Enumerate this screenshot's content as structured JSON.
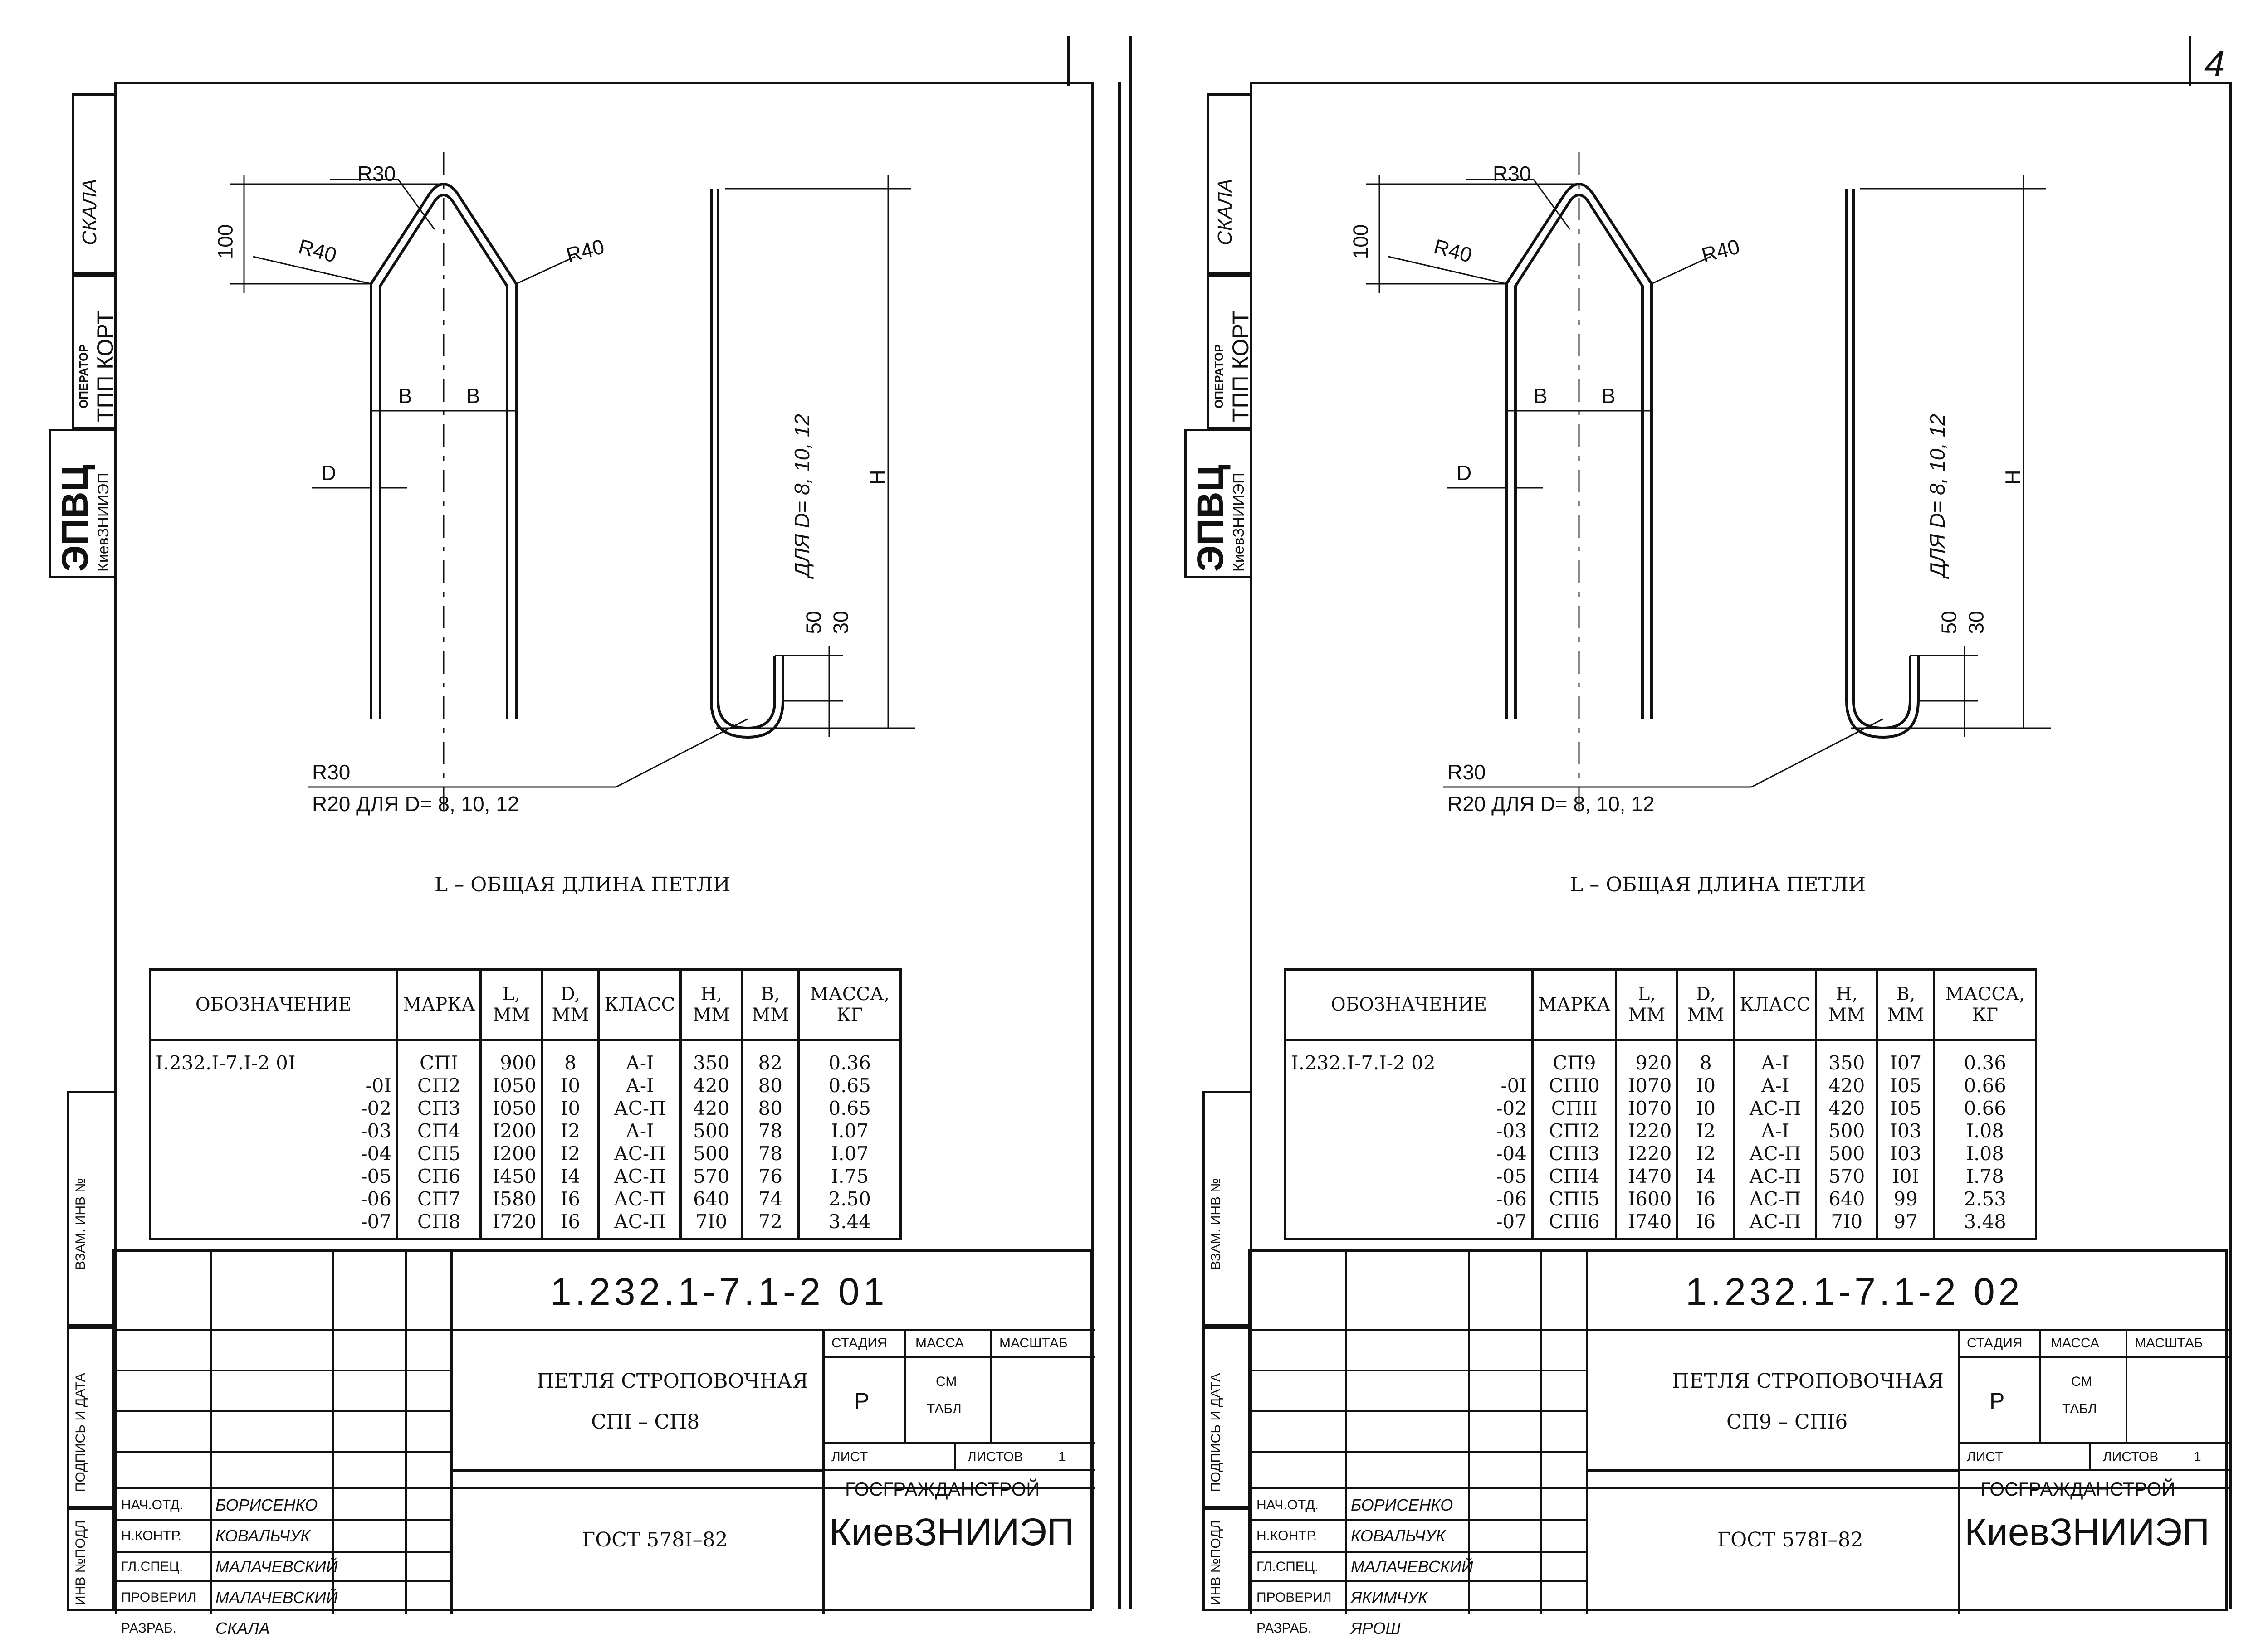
{
  "page_number": "4",
  "sheets": [
    {
      "id": "left",
      "sidebar": {
        "scale": "СКАЛА",
        "operator": "ОПЕРАТОР",
        "operator_value": "ТПП КОРТ",
        "org1": "ЭПВЦ",
        "org2": "КиевЗНИИЭП",
        "inv_dup": "ВЗАМ. ИНВ №",
        "sign_date": "ПОДПИСЬ И ДАТА",
        "inv_orig": "ИНВ №ПОДЛ"
      },
      "drawing": {
        "r30_top": "R30",
        "dim_100": "100",
        "r40_left": "R40",
        "r40_right": "R40",
        "b_left": "B",
        "b_right": "B",
        "d": "D",
        "h_note": "ДЛЯ  D= 8, 10, 12",
        "h": "H",
        "dim_50": "50",
        "dim_30": "30",
        "r30_bottom": "R30",
        "r20_note": "R20  ДЛЯ  D= 8, 10, 12"
      },
      "note": "L – ОБЩАЯ ДЛИНА ПЕТЛИ",
      "table": {
        "headers": [
          "ОБОЗНАЧЕНИЕ",
          "МАРКА",
          "L, ММ",
          "D, ММ",
          "КЛАСС",
          "Н, ММ",
          "В, ММ",
          "МАССА, КГ"
        ],
        "designation_first": "I.232.I-7.I-2 0I",
        "designations": [
          "-0I",
          "-02",
          "-03",
          "-04",
          "-05",
          "-06",
          "-07"
        ],
        "marks": [
          "СПI",
          "СП2",
          "СП3",
          "СП4",
          "СП5",
          "СП6",
          "СП7",
          "СП8"
        ],
        "L": [
          "900",
          "I050",
          "I050",
          "I200",
          "I200",
          "I450",
          "I580",
          "I720"
        ],
        "D": [
          "8",
          "I0",
          "I0",
          "I2",
          "I2",
          "I4",
          "I6",
          "I6"
        ],
        "cls": [
          "А-I",
          "А-I",
          "АС-П",
          "А-I",
          "АС-П",
          "АС-П",
          "АС-П",
          "АС-П"
        ],
        "H": [
          "350",
          "420",
          "420",
          "500",
          "500",
          "570",
          "640",
          "7I0"
        ],
        "B": [
          "82",
          "80",
          "80",
          "78",
          "78",
          "76",
          "74",
          "72"
        ],
        "mass": [
          "0.36",
          "0.65",
          "0.65",
          "I.07",
          "I.07",
          "I.75",
          "2.50",
          "3.44"
        ]
      },
      "title_block": {
        "code": "1.232.1-7.1-2  01",
        "name1": "ПЕТЛЯ СТРОПОВОЧНАЯ",
        "name2": "СПI  –  СП8",
        "stage_h": "СТАДИЯ",
        "mass_h": "МАССА",
        "scale_h": "МАСШТАБ",
        "stage": "Р",
        "mass1": "СМ",
        "mass2": "ТАБЛ",
        "sheet_h": "ЛИСТ",
        "sheets_h": "ЛИСТОВ",
        "sheets": "1",
        "gost": "ГОСТ  578I–82",
        "org1": "ГОСГРАЖДАНСТРОЙ",
        "org2": "КиевЗНИИЭП",
        "roles": [
          "НАЧ.ОТД.",
          "Н.КОНТР.",
          "ГЛ.СПЕЦ.",
          "ПРОВЕРИЛ",
          "РАЗРАБ."
        ],
        "names": [
          "БОРИСЕНКО",
          "КОВАЛЬЧУК",
          "МАЛАЧЕВСКИЙ",
          "МАЛАЧЕВСКИЙ",
          "СКАЛА"
        ]
      }
    },
    {
      "id": "right",
      "sidebar": {
        "scale": "СКАЛА",
        "operator": "ОПЕРАТОР",
        "operator_value": "ТПП КОРТ",
        "org1": "ЭПВЦ",
        "org2": "КиевЗНИИЭП",
        "inv_dup": "ВЗАМ. ИНВ №",
        "sign_date": "ПОДПИСЬ И ДАТА",
        "inv_orig": "ИНВ №ПОДЛ"
      },
      "drawing": {
        "r30_top": "R30",
        "dim_100": "100",
        "r40_left": "R40",
        "r40_right": "R40",
        "b_left": "B",
        "b_right": "B",
        "d": "D",
        "h_note": "ДЛЯ  D= 8, 10, 12",
        "h": "H",
        "dim_50": "50",
        "dim_30": "30",
        "r30_bottom": "R30",
        "r20_note": "R20  ДЛЯ  D= 8, 10, 12"
      },
      "note": "L – ОБЩАЯ ДЛИНА ПЕТЛИ",
      "table": {
        "headers": [
          "ОБОЗНАЧЕНИЕ",
          "МАРКА",
          "L, ММ",
          "D, ММ",
          "КЛАСС",
          "Н, ММ",
          "В, ММ",
          "МАССА, КГ"
        ],
        "designation_first": "I.232.I-7.I-2 02",
        "designations": [
          "-0I",
          "-02",
          "-03",
          "-04",
          "-05",
          "-06",
          "-07"
        ],
        "marks": [
          "СП9",
          "СПI0",
          "СПII",
          "СПI2",
          "СПI3",
          "СПI4",
          "СПI5",
          "СПI6"
        ],
        "L": [
          "920",
          "I070",
          "I070",
          "I220",
          "I220",
          "I470",
          "I600",
          "I740"
        ],
        "D": [
          "8",
          "I0",
          "I0",
          "I2",
          "I2",
          "I4",
          "I6",
          "I6"
        ],
        "cls": [
          "А-I",
          "А-I",
          "АС-П",
          "А-I",
          "АС-П",
          "АС-П",
          "АС-П",
          "АС-П"
        ],
        "H": [
          "350",
          "420",
          "420",
          "500",
          "500",
          "570",
          "640",
          "7I0"
        ],
        "B": [
          "I07",
          "I05",
          "I05",
          "I03",
          "I03",
          "I0I",
          "99",
          "97"
        ],
        "mass": [
          "0.36",
          "0.66",
          "0.66",
          "I.08",
          "I.08",
          "I.78",
          "2.53",
          "3.48"
        ]
      },
      "title_block": {
        "code": "1.232.1-7.1-2  02",
        "name1": "ПЕТЛЯ СТРОПОВОЧНАЯ",
        "name2": "СП9  –  СПI6",
        "stage_h": "СТАДИЯ",
        "mass_h": "МАССА",
        "scale_h": "МАСШТАБ",
        "stage": "Р",
        "mass1": "СМ",
        "mass2": "ТАБЛ",
        "sheet_h": "ЛИСТ",
        "sheets_h": "ЛИСТОВ",
        "sheets": "1",
        "gost": "ГОСТ  578I–82",
        "org1": "ГОСГРАЖДАНСТРОЙ",
        "org2": "КиевЗНИИЭП",
        "roles": [
          "НАЧ.ОТД.",
          "Н.КОНТР.",
          "ГЛ.СПЕЦ.",
          "ПРОВЕРИЛ",
          "РАЗРАБ."
        ],
        "names": [
          "БОРИСЕНКО",
          "КОВАЛЬЧУК",
          "МАЛАЧЕВСКИЙ",
          "ЯКИМЧУК",
          "ЯРОШ"
        ]
      }
    }
  ]
}
